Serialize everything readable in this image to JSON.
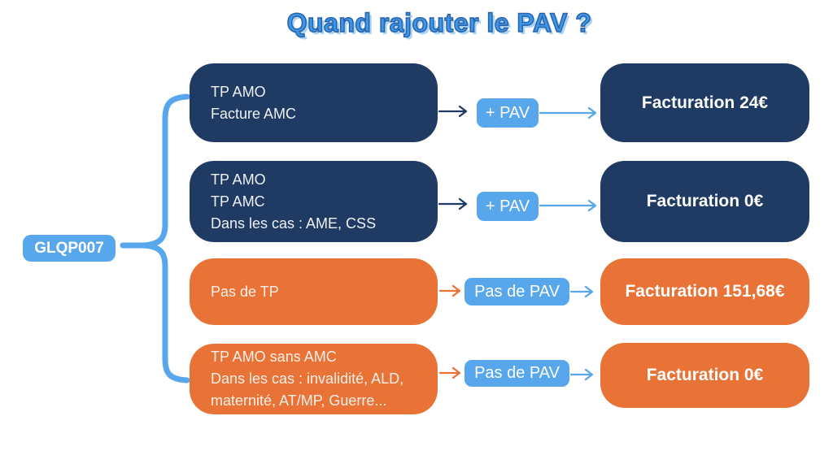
{
  "title": "Quand rajouter le PAV ?",
  "code_label": "GLQP007",
  "colors": {
    "navy": "#1F3A63",
    "orange": "#E97336",
    "light_blue": "#58A6EC",
    "title_blue": "#3D97E8",
    "title_outline": "#2A62A8",
    "background": "#FFFFFF"
  },
  "rows": [
    {
      "theme": "navy",
      "condition_lines": [
        "TP AMO",
        "Facture AMC"
      ],
      "action_label": "+ PAV",
      "result_label": "Facturation 24€"
    },
    {
      "theme": "navy",
      "condition_lines": [
        "TP AMO",
        "TP AMC",
        "Dans les cas : AME, CSS"
      ],
      "action_label": "+ PAV",
      "result_label": "Facturation 0€"
    },
    {
      "theme": "orange",
      "condition_lines": [
        "Pas de TP"
      ],
      "action_label": "Pas de PAV",
      "result_label": "Facturation 151,68€"
    },
    {
      "theme": "orange",
      "condition_lines": [
        "TP AMO sans AMC",
        "Dans les cas : invalidité, ALD,",
        "maternité, AT/MP, Guerre..."
      ],
      "action_label": "Pas de PAV",
      "result_label": "Facturation 0€"
    }
  ]
}
